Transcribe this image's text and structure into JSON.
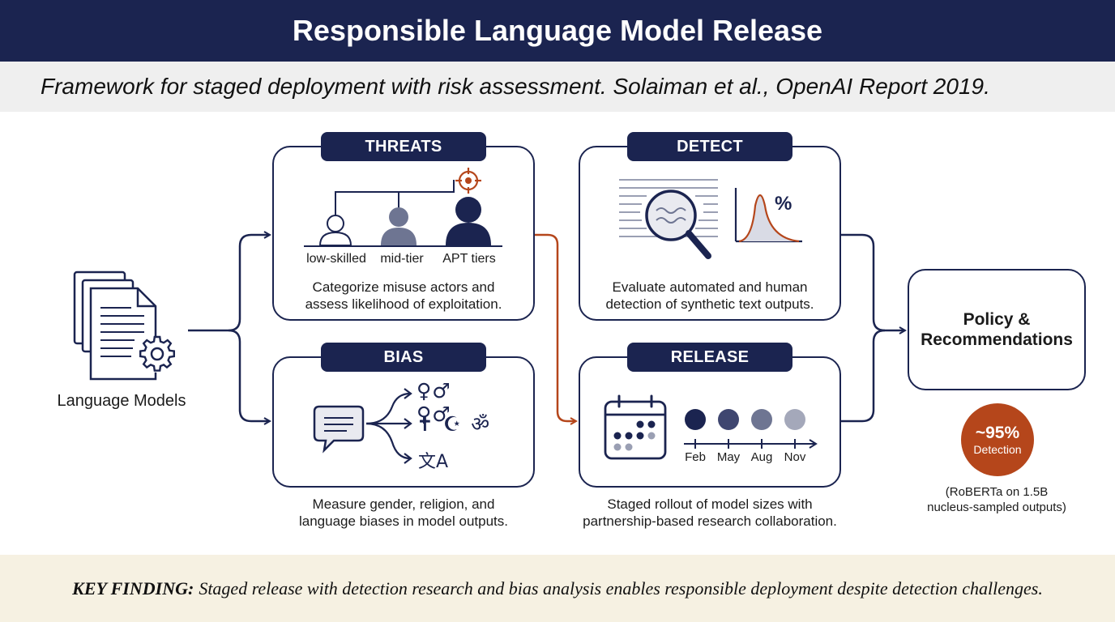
{
  "header": {
    "title": "Responsible Language Model Release",
    "subtitle": "Framework for staged deployment with risk assessment. Solaiman et al., OpenAI Report 2019."
  },
  "source": {
    "label": "Language Models",
    "icon": "documents-gear-icon"
  },
  "threats": {
    "title": "THREATS",
    "tiers": [
      "low-skilled",
      "mid-tier",
      "APT tiers"
    ],
    "caption_lines": [
      "Categorize misuse actors and",
      "assess likelihood of exploitation."
    ]
  },
  "detect": {
    "title": "DETECT",
    "percent_symbol": "%",
    "caption_lines": [
      "Evaluate automated and human",
      "detection of synthetic text outputs."
    ]
  },
  "bias": {
    "title": "BIAS",
    "caption_lines": [
      "Measure gender, religion, and",
      "language biases in model outputs."
    ],
    "symbols": {
      "gender": "♀♂ ♀♂",
      "religion": "✝ ☪ ॐ",
      "language": "文A"
    }
  },
  "release": {
    "title": "RELEASE",
    "months": [
      "Feb",
      "May",
      "Aug",
      "Nov"
    ],
    "caption_lines": [
      "Staged rollout of model sizes with",
      "partnership-based research collaboration."
    ]
  },
  "policy": {
    "lines": [
      "Policy &",
      "Recommendations"
    ]
  },
  "detection_result": {
    "value": "~95%",
    "label": "Detection",
    "note_lines": [
      "(RoBERTa on 1.5B",
      "nucleus-sampled outputs)"
    ]
  },
  "footer": {
    "lead": "KEY FINDING:",
    "text": "Staged release with detection research and bias analysis enables responsible deployment despite detection challenges."
  },
  "colors": {
    "navy": "#1b2450",
    "accent_orange": "#b5461b",
    "footer_bg": "#f6f1e2",
    "subtitle_bg": "#efefef"
  }
}
